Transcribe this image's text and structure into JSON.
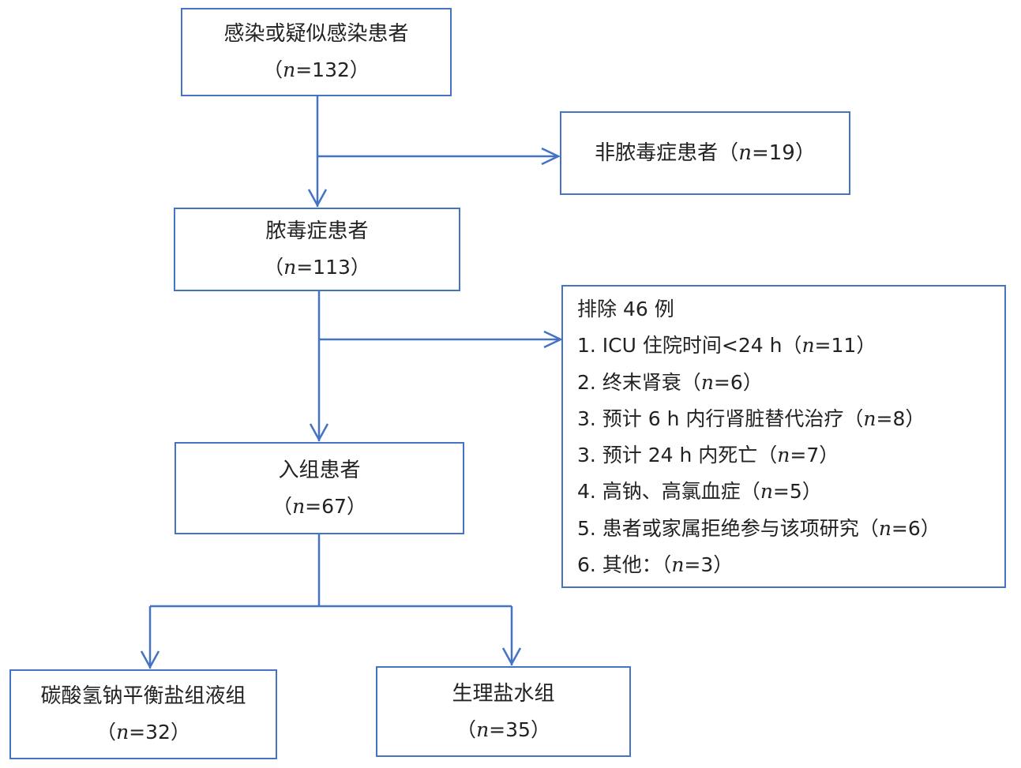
{
  "colors": {
    "accent": "#4472c4"
  },
  "boxes": {
    "infected": {
      "title": "感染或疑似感染患者",
      "open": "（",
      "n": "n",
      "eq": "=132",
      "close": "）"
    },
    "non_sepsis": {
      "title": "非脓毒症患者",
      "open": "（",
      "n": "n",
      "eq": "=19",
      "close": "）"
    },
    "sepsis": {
      "title": "脓毒症患者",
      "open": "（",
      "n": "n",
      "eq": "=113",
      "close": "）"
    },
    "enrolled": {
      "title": "入组患者",
      "open": "（",
      "n": "n",
      "eq": "=67",
      "close": "）"
    },
    "bicarbonate": {
      "title": "碳酸氢钠平衡盐组液组",
      "open": "（",
      "n": "n",
      "eq": "=32",
      "close": "）"
    },
    "saline": {
      "title": "生理盐水组",
      "open": "（",
      "n": "n",
      "eq": "=35",
      "close": "）"
    }
  },
  "exclusion": {
    "title": "排除 46 例",
    "items": [
      {
        "text": "1. ICU 住院时间<24 h（",
        "n": "n",
        "eq": "=11",
        "close": "）"
      },
      {
        "text": "2. 终末肾衰（",
        "n": "n",
        "eq": "=6",
        "close": "）"
      },
      {
        "text": "3. 预计 6 h 内行肾脏替代治疗（",
        "n": "n",
        "eq": "=8",
        "close": "）"
      },
      {
        "text": "3. 预计 24 h 内死亡（",
        "n": "n",
        "eq": "=7",
        "close": "）"
      },
      {
        "text": "4. 高钠、高氯血症（",
        "n": "n",
        "eq": "=5",
        "close": "）"
      },
      {
        "text": "5. 患者或家属拒绝参与该项研究（",
        "n": "n",
        "eq": "=6",
        "close": "）"
      },
      {
        "text": "6. 其他：（",
        "n": "n",
        "eq": "=3",
        "close": "）"
      }
    ]
  }
}
